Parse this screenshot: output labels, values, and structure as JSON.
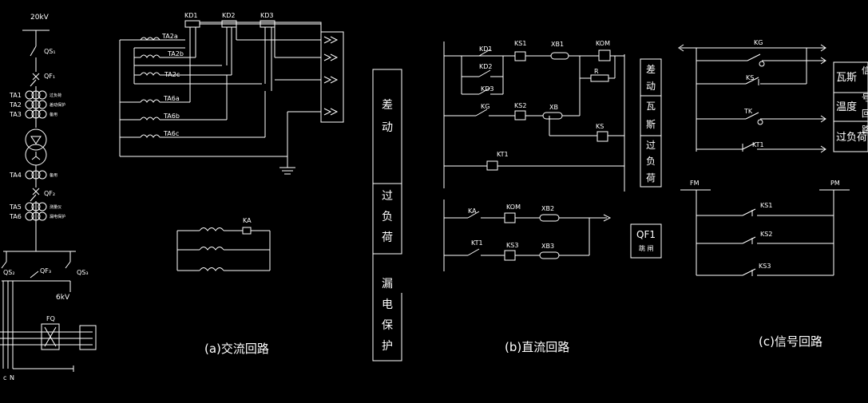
{
  "colors": {
    "background": "#000000",
    "line": "#ffffff"
  },
  "captions": {
    "ac": "(a)交流回路",
    "dc": "(b)直流回路",
    "signal": "(c)信号回路"
  },
  "left_single_line": {
    "voltage_hv": "20kV",
    "qs1": "QS₁",
    "qf1": "QF₁",
    "ta1": "TA1",
    "ta2": "TA2",
    "ta3": "TA3",
    "ta1_note": "过负荷",
    "ta2_note": "差动保护",
    "ta3_note": "备用",
    "ta4": "TA4",
    "ta4_note": "备用",
    "qf2": "QF₂",
    "ta5": "TA5",
    "ta6": "TA6",
    "ta5_note": "测量仪",
    "ta6_note": "漏电保护",
    "qs2": "QS₂",
    "qf3": "QF₃",
    "qs3": "QS₃",
    "voltage_lv": "6kV",
    "fq": "FQ",
    "phase_c": "c",
    "neutral": "N"
  },
  "ac_circuit": {
    "relays": [
      "KD1",
      "KD2",
      "KD3"
    ],
    "ct_labels": [
      "TA2a",
      "TA2b",
      "TA2c",
      "TA6a",
      "TA6b",
      "TA6c"
    ],
    "ka_label": "KA"
  },
  "vertical_column": {
    "block1": [
      "差",
      "动"
    ],
    "block2": [
      "过",
      "负",
      "荷"
    ],
    "block3": [
      "漏",
      "电",
      "保",
      "护"
    ]
  },
  "dc_circuit": {
    "labels": {
      "kd1": "KD1",
      "kd2": "KD2",
      "kd3": "KD3",
      "ks1": "KS1",
      "xb1": "XB1",
      "kom": "KOM",
      "r": "R",
      "kg": "KG",
      "ks2": "KS2",
      "xb": "XB",
      "ks": "KS",
      "kt1": "KT1",
      "ka": "KA",
      "kom2": "KOM",
      "xb2": "XB2",
      "kt1b": "KT1",
      "ks3": "KS3",
      "xb3": "XB3"
    },
    "side_column": [
      [
        "差",
        "动"
      ],
      [
        "瓦",
        "斯"
      ],
      [
        "过",
        "负",
        "荷"
      ]
    ],
    "qf1_box": {
      "title": "QF1",
      "subtitle": "跳 闸"
    }
  },
  "signal_circuit": {
    "labels": {
      "kg": "KG",
      "ks": "KS",
      "tk": "TK",
      "kt1": "KT1",
      "fm_left": "FM",
      "fm_right": "PM",
      "ks1": "KS1",
      "ks2": "KS2",
      "ks3": "KS3"
    },
    "side_table": [
      [
        "瓦斯",
        "信"
      ],
      [
        "温度",
        "号"
      ],
      [
        "过负荷",
        "回"
      ]
    ],
    "side_table_extra": "路"
  }
}
